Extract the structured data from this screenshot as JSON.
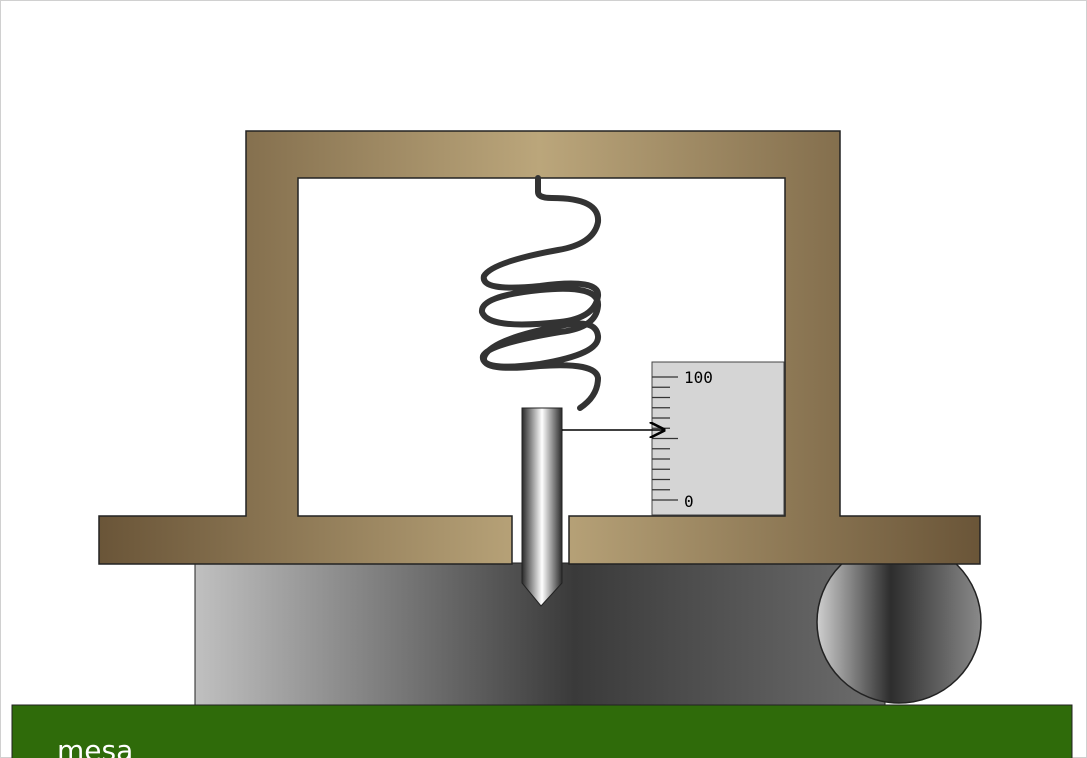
{
  "scale": {
    "label_max": "100",
    "label_min": "0",
    "minor_ticks": 12
  },
  "table": {
    "label": "mesa"
  },
  "colors": {
    "frame": "#7a6547",
    "frame_highlight": "#b9a57a",
    "table": "#2f6b0a",
    "sample_dark": "#3c3c3c",
    "sample_light": "#bdbdbd",
    "scale_bg": "#d5d5d5",
    "spring": "#333333"
  }
}
